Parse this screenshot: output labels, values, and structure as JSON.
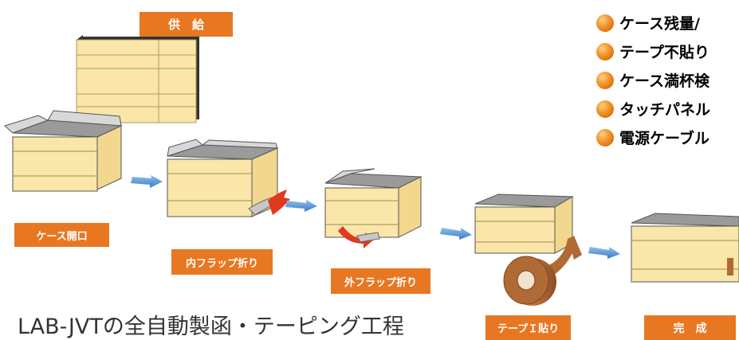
{
  "labels": {
    "supply": "供　給",
    "case_open": "ケース開口",
    "inner_flap_fold": "内フラップ折り",
    "outer_flap_fold": "外フラップ折り",
    "tape_apply": "テープＩ貼り",
    "complete": "完　成"
  },
  "features": [
    "ケース残量/",
    "テープ不貼り",
    "ケース満杯検",
    "タッチパネル",
    "電源ケーブル"
  ],
  "title": "LAB-JVTの全自動製函・テーピング工程",
  "colors": {
    "label_bg": "#e87722",
    "label_text": "#ffffff",
    "box_front": "#f9e6a8",
    "box_side": "#f2d88e",
    "flap_inside": "#a9a9a9",
    "arrow": "#5b9bd5",
    "tape": "#b06a36",
    "title_text": "#333333"
  }
}
